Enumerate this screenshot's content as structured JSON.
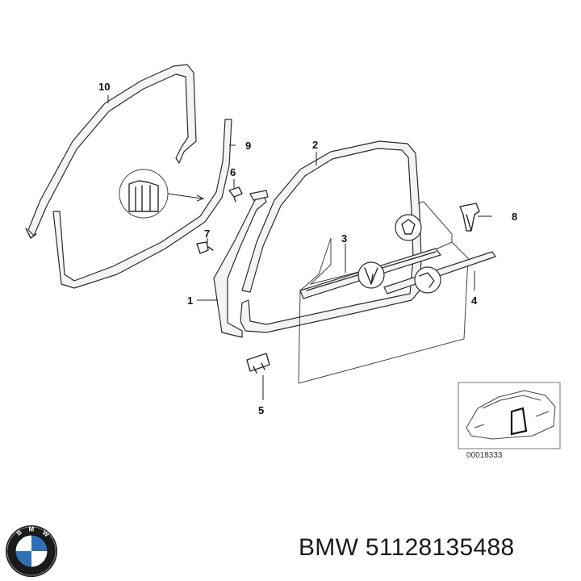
{
  "callouts": {
    "c1": "1",
    "c2": "2",
    "c3": "3",
    "c4": "4",
    "c5": "5",
    "c6": "6",
    "c7": "7",
    "c8": "8",
    "c9": "9",
    "c10": "10"
  },
  "reference_code": "00018333",
  "footer": {
    "brand": "BMW",
    "part_number": "51128135488",
    "label": "BMW 51128135488"
  },
  "logo": {
    "text": "BMW",
    "colors": {
      "ring": "#1a1a1a",
      "blue": "#2f6fb3",
      "white": "#ffffff"
    }
  }
}
